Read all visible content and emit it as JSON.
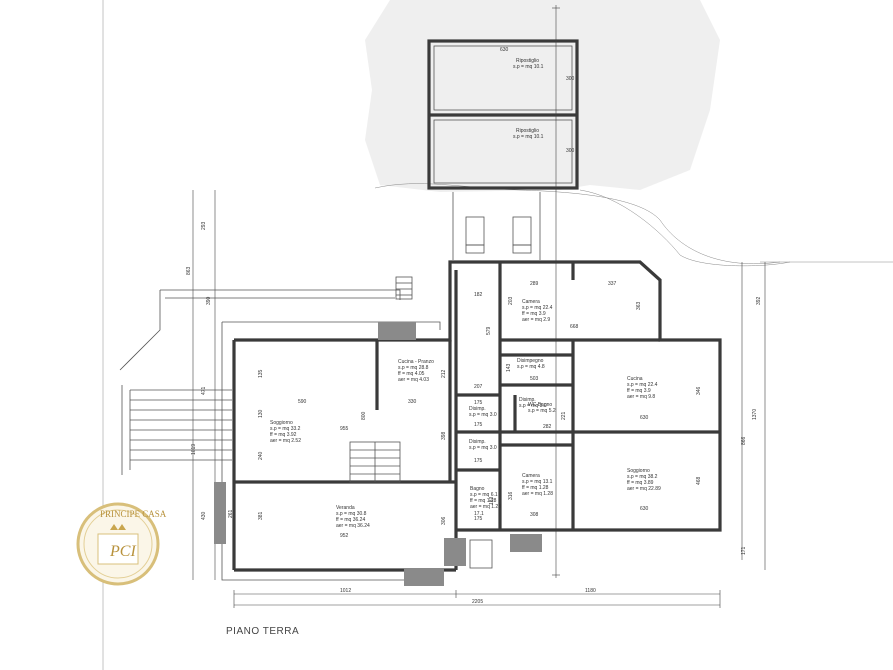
{
  "plan": {
    "caption": "PIANO TERRA",
    "logo": {
      "name": "PRINCIPE CASA",
      "monogram": "PCI"
    },
    "rooms": [
      {
        "id": "ripostiglio1",
        "name": "Ripostiglio",
        "area": "s.p = mq 10.1"
      },
      {
        "id": "ripostiglio2",
        "name": "Ripostiglio",
        "area": "s.p = mq 10.1"
      },
      {
        "id": "soggiorno1",
        "name": "Soggiorno",
        "l1": "s.p = mq 33.2",
        "l2": "ff = mq 3.92",
        "l3": "aer = mq 2.52"
      },
      {
        "id": "cucina1",
        "name": "Cucina - Pranzo",
        "l1": "s.p = mq 28.8",
        "l2": "ff = mq 4.05",
        "l3": "aer = mq 4.03"
      },
      {
        "id": "camera1",
        "name": "Camera",
        "l1": "s.p = mq 22.4",
        "l2": "ff = mq 3.9",
        "l3": "aer = mq 2.9"
      },
      {
        "id": "disimpegno1",
        "name": "Disimpegno",
        "l1": "s.p = mq 4.8"
      },
      {
        "id": "cucina2",
        "name": "Cucina",
        "l1": "s.p = mq 22.4",
        "l2": "ff = mq 3.9",
        "l3": "aer = mq 9.8"
      },
      {
        "id": "disimp2",
        "name": "Disimp.",
        "l1": "s.p = mq 3.0"
      },
      {
        "id": "disimp3",
        "name": "Disimp.",
        "l1": "s.p = mq 3.0"
      },
      {
        "id": "disimp4",
        "name": "Disimp.",
        "l1": "s.p = mq 3.0"
      },
      {
        "id": "bagno1",
        "name": "WC Bagno",
        "l1": "s.p = mq 5.2"
      },
      {
        "id": "soggiorno2",
        "name": "Soggiorno",
        "l1": "s.p = mq 38.2",
        "l2": "ff = mq 3.89",
        "l3": "aer = mq 22.89"
      },
      {
        "id": "camera2",
        "name": "Camera",
        "l1": "s.p = mq 13.1",
        "l2": "ff = mq 1.28",
        "l3": "aer = mq 1.28"
      },
      {
        "id": "bagno2",
        "name": "Bagno",
        "l1": "s.p = mq 6.1",
        "l2": "ff = mq 1.28",
        "l3": "aer = mq 1.28"
      },
      {
        "id": "veranda",
        "name": "Veranda",
        "l1": "s.p = mq 30.8",
        "l2": "ff = mq 36.24",
        "l3": "aer = mq 36.24"
      }
    ],
    "dims": {
      "top_630": "630",
      "right_300a": "300",
      "right_300b": "300",
      "left_293": "293",
      "left_863": "863",
      "left_390": "390",
      "left_471": "471",
      "left_1019": "1019",
      "left_430": "430",
      "right_392": "392",
      "right_1370": "1370",
      "right_866": "866",
      "right_171": "171",
      "s590": "590",
      "s330": "330",
      "s955": "955",
      "s800": "800",
      "s398": "398",
      "s240": "240",
      "s130": "130",
      "s135": "135",
      "s212": "212",
      "s182": "182",
      "s579": "579",
      "s207": "207",
      "s289": "289",
      "s337": "337",
      "s203": "203",
      "s363": "363",
      "s668": "668",
      "s503": "503",
      "s143": "143",
      "s630a": "630",
      "s630b": "630",
      "s346": "346",
      "s468": "468",
      "s175a": "175",
      "s175b": "175",
      "s175c": "175",
      "s175d": "175",
      "s221": "221",
      "s282": "282",
      "s316": "316",
      "s183": "183",
      "s308": "308",
      "s17": "17.1",
      "s381": "381",
      "s952": "952",
      "s306": "306",
      "s261": "261",
      "b1012": "1012",
      "b1180": "1180",
      "b2205": "2205"
    }
  }
}
